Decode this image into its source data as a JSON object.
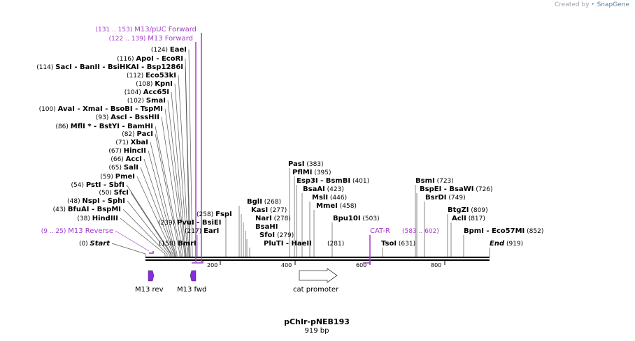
{
  "credit": {
    "prefix": "Created by",
    "brand": "SnapGene"
  },
  "plasmid": {
    "name": "pChIr-pNEB193",
    "size_label": "919 bp"
  },
  "ruler": {
    "ticks": [
      "200",
      "400",
      "600",
      "800"
    ]
  },
  "enzymes_left": [
    {
      "pos": "(0)",
      "name": "Start",
      "italic": true
    },
    {
      "pos": "(9 .. 25)",
      "name": "M13 Reverse",
      "primer": true
    },
    {
      "pos": "(38)",
      "name": "HindIII"
    },
    {
      "pos": "(43)",
      "name": "BfuAI   - BspMI"
    },
    {
      "pos": "(48)",
      "name": "NspI   - SphI"
    },
    {
      "pos": "(50)",
      "name": "SfcI"
    },
    {
      "pos": "(54)",
      "name": "PstI   - SbfI"
    },
    {
      "pos": "(59)",
      "name": "PmeI"
    },
    {
      "pos": "(65)",
      "name": "SalI"
    },
    {
      "pos": "(66)",
      "name": "AccI"
    },
    {
      "pos": "(67)",
      "name": "HincII"
    },
    {
      "pos": "(71)",
      "name": "XbaI"
    },
    {
      "pos": "(82)",
      "name": "PacI"
    },
    {
      "pos": "(86)",
      "name": "MflI *  - BstYI   - BamHI"
    },
    {
      "pos": "(93)",
      "name": "AscI   - BssHII"
    },
    {
      "pos": "(100)",
      "name": "AvaI   - XmaI   - BsoBI   - TspMI"
    },
    {
      "pos": "(102)",
      "name": "SmaI"
    },
    {
      "pos": "(104)",
      "name": "Acc65I"
    },
    {
      "pos": "(108)",
      "name": "KpnI"
    },
    {
      "pos": "(112)",
      "name": "Eco53kI"
    },
    {
      "pos": "(114)",
      "name": "SacI   - BanII   - BsiHKAI   - Bsp1286I"
    },
    {
      "pos": "(116)",
      "name": "ApoI   - EcoRI"
    },
    {
      "pos": "(124)",
      "name": "EaeI"
    },
    {
      "pos": "(122 .. 139)",
      "name": "M13 Forward",
      "primer": true
    },
    {
      "pos": "(131 .. 153)",
      "name": "M13/pUC Forward",
      "primer": true
    }
  ],
  "enzymes_right": [
    {
      "pos": "(158)",
      "name": "BmrI"
    },
    {
      "pos": "(217)",
      "name": "EarI"
    },
    {
      "pos": "(239)",
      "name": "PvuI   - BsiEI"
    },
    {
      "pos": "(258)",
      "name": "FspI"
    },
    {
      "pos": "(268)",
      "name": "BglI"
    },
    {
      "pos": "(277)",
      "name": "KasI"
    },
    {
      "pos": "(278)",
      "name": "NarI"
    },
    {
      "pos": "",
      "name": "BsaHI"
    },
    {
      "pos": "(279)",
      "name": "SfoI"
    },
    {
      "pos": "",
      "name": "PluTI   - HaeII"
    },
    {
      "pos": "(281)",
      "name": ""
    },
    {
      "pos": "(383)",
      "name": "PasI"
    },
    {
      "pos": "(395)",
      "name": "PflMI"
    },
    {
      "pos": "(401)",
      "name": "Esp3I   - BsmBI"
    },
    {
      "pos": "(423)",
      "name": "BsaAI"
    },
    {
      "pos": "(446)",
      "name": "MslI"
    },
    {
      "pos": "(458)",
      "name": "MmeI"
    },
    {
      "pos": "(503)",
      "name": "Bpu10I"
    },
    {
      "pos": "",
      "name": "CAT-R",
      "primer": true
    },
    {
      "pos": "(583 .. 602)",
      "name": "",
      "primer": true
    },
    {
      "pos": "(631)",
      "name": "TsoI"
    },
    {
      "pos": "(723)",
      "name": "BsmI"
    },
    {
      "pos": "(726)",
      "name": "BspEI   - BsaWI"
    },
    {
      "pos": "(749)",
      "name": "BsrDI"
    },
    {
      "pos": "(809)",
      "name": "BtgZI"
    },
    {
      "pos": "(817)",
      "name": "AclI"
    },
    {
      "pos": "(852)",
      "name": "BpmI   - Eco57MI"
    },
    {
      "pos": "(919)",
      "name": "End",
      "italic": true
    }
  ],
  "features": [
    {
      "name": "M13 rev"
    },
    {
      "name": "M13 fwd"
    },
    {
      "name": "cat promoter"
    }
  ],
  "colors": {
    "primer": "#a23cc9",
    "feature_fill": "#8a2be2",
    "backbone": "#000000",
    "leader": "#555555"
  }
}
